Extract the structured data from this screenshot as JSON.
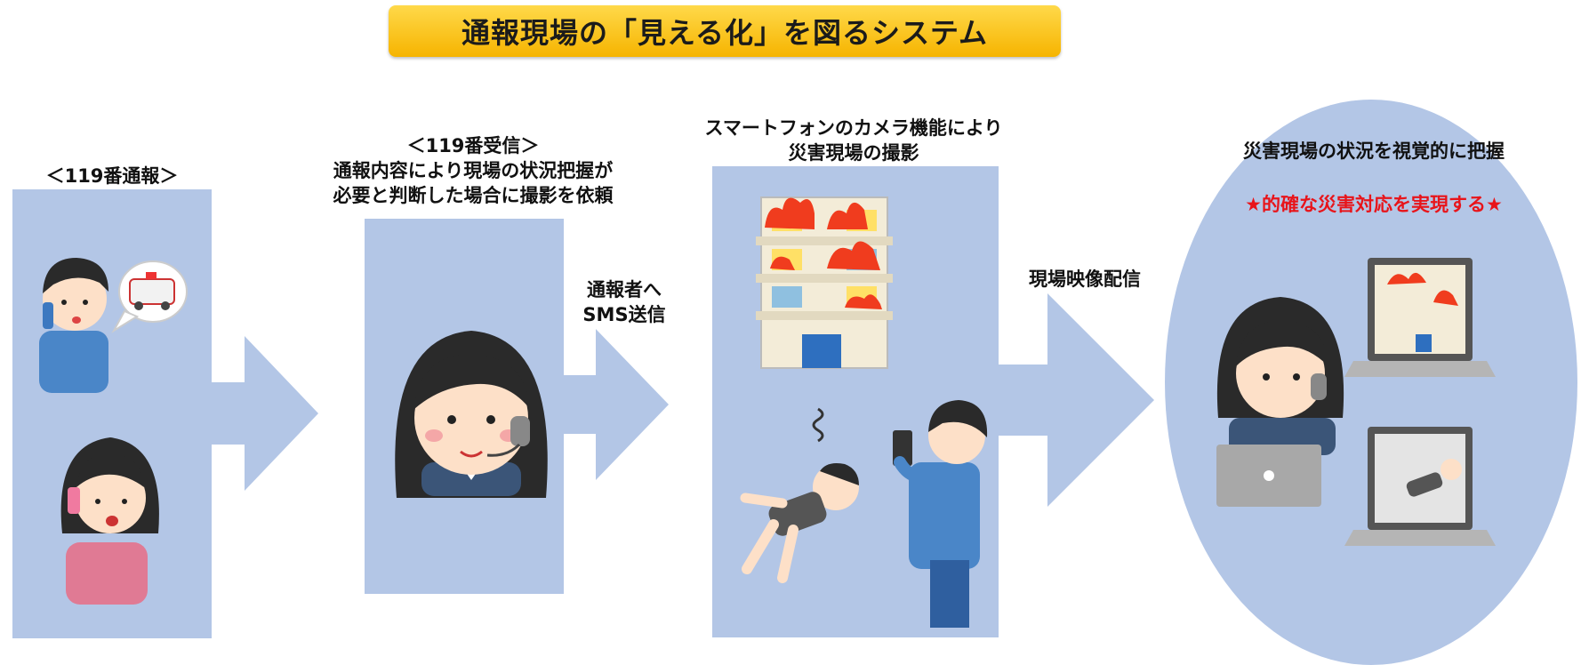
{
  "title": "通報現場の「見える化」を図るシステム",
  "steps": {
    "call": "＜119番通報＞",
    "receive_head": "＜119番受信＞",
    "receive_line1": "通報内容により現場の状況把握が",
    "receive_line2": "必要と判断した場合に撮影を依頼",
    "sms_line1": "通報者へ",
    "sms_line2": "SMS送信",
    "camera_line1": "スマートフォンのカメラ機能により",
    "camera_line2": "災害現場の撮影",
    "stream": "現場映像配信",
    "grasp": "災害現場の状況を視覚的に把握",
    "goal": "★的確な災害対応を実現する★"
  },
  "colors": {
    "panel": "#b3c6e6",
    "ellipse": "#b3c6e6",
    "title_bg": "#f6b400",
    "goal_text": "#e8141a"
  }
}
